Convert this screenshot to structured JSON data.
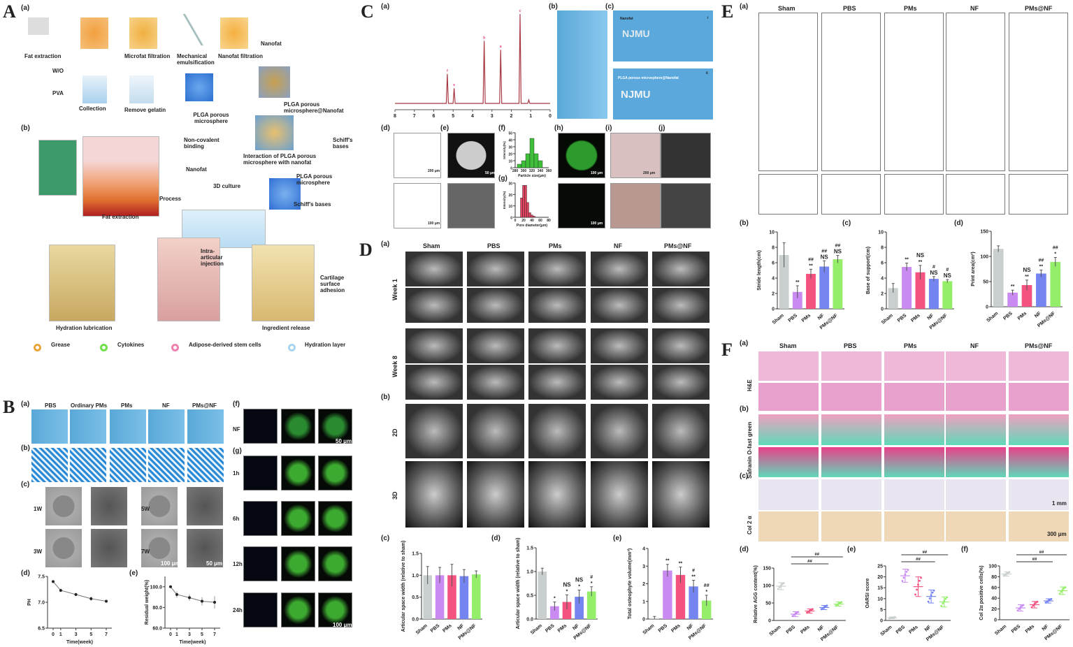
{
  "panelA": {
    "letter": "A",
    "sub": [
      "(a)",
      "(b)"
    ],
    "labels": [
      "Fat extraction",
      "Microfat filtration",
      "Mechanical emulsification",
      "Nanofat filtration",
      "Nanofat",
      "W/O",
      "PVA",
      "Collection",
      "Remove gelatin",
      "PLGA porous microsphere",
      "PLGA porous microsphere@Nanofat",
      "Non-covalent binding",
      "Schiff's bases",
      "Interaction of PLGA porous microsphere with nanofat",
      "Nanofat",
      "PLGA porous microsphere",
      "3D culture",
      "Process",
      "Schiff's bases",
      "Fat extraction",
      "Intra-articular injection",
      "Cartilage surface adhesion",
      "Hydration lubrication",
      "Ingredient release"
    ],
    "legend": [
      "Grease",
      "Cytokines",
      "Adipose-derived stem cells",
      "Hydration layer"
    ]
  },
  "panelB": {
    "letter": "B",
    "sub": [
      "(a)",
      "(b)",
      "(c)",
      "(d)",
      "(e)",
      "(f)",
      "(g)"
    ],
    "groups": [
      "PBS",
      "Ordinary PMs",
      "PMs",
      "NF",
      "PMs@NF"
    ],
    "weeks": [
      "1W",
      "3W",
      "5W",
      "7W"
    ],
    "times": [
      "NF",
      "1h",
      "6h",
      "12h",
      "24h"
    ],
    "scales": [
      "100 μm",
      "50 μm",
      "50 μm",
      "100 μm"
    ]
  },
  "panelC": {
    "letter": "C",
    "sub": [
      "(a)",
      "(b)",
      "(c)",
      "(d)",
      "(e)",
      "(f)",
      "(g)",
      "(h)",
      "(i)",
      "(j)"
    ],
    "photo_text": [
      "Nanofat",
      "PLGA porous microsphere@Nanofat",
      "NJMU",
      "NJMU",
      "i",
      "ii"
    ],
    "scales": [
      "200 μm",
      "100 μm",
      "50 μm",
      "100 μm",
      "100 μm",
      "200 μm"
    ]
  },
  "panelD": {
    "letter": "D",
    "sub": [
      "(a)",
      "(b)",
      "(c)",
      "(d)",
      "(e)"
    ],
    "groups": [
      "Sham",
      "PBS",
      "PMs",
      "NF",
      "PMs@NF"
    ],
    "rows": [
      "Week 1",
      "Week 8",
      "2D",
      "3D"
    ]
  },
  "panelE": {
    "letter": "E",
    "sub": [
      "(a)",
      "(b)",
      "(c)",
      "(d)"
    ],
    "groups": [
      "Sham",
      "PBS",
      "PMs",
      "NF",
      "PMs@NF"
    ]
  },
  "panelF": {
    "letter": "F",
    "sub": [
      "(a)",
      "(b)",
      "(c)",
      "(d)",
      "(e)",
      "(f)"
    ],
    "groups": [
      "Sham",
      "PBS",
      "PMs",
      "NF",
      "PMs@NF"
    ],
    "rows": [
      "H&E",
      "Safranin O-fast green",
      "Col 2 α"
    ],
    "scales": [
      "1 mm",
      "300 μm"
    ]
  },
  "colors": {
    "Sham": "#c9cfcf",
    "PBS": "#c98af2",
    "PMs": "#f4527f",
    "NF": "#7484f0",
    "PMs@NF": "#94ee6a",
    "line": "#444444",
    "nmr": "#a83a44"
  },
  "chart_data": [
    {
      "id": "B-d",
      "type": "line",
      "x": [
        0,
        1,
        3,
        5,
        7
      ],
      "y": [
        7.4,
        7.23,
        7.15,
        7.07,
        7.02
      ],
      "err": [
        0.01,
        0.03,
        0.03,
        0.04,
        0.03
      ],
      "ylim": [
        6.5,
        7.5
      ],
      "yticks": [
        "6.5",
        "7.0",
        "7.5"
      ],
      "xticks": [
        "0",
        "1",
        "3",
        "5",
        "7"
      ],
      "xlabel": "Time(week)",
      "ylabel": "PH"
    },
    {
      "id": "B-e",
      "type": "line",
      "x": [
        0,
        1,
        3,
        5,
        7
      ],
      "y": [
        100,
        92.5,
        89.5,
        86,
        85
      ],
      "err": [
        0.5,
        3,
        3,
        4,
        6
      ],
      "ylim": [
        60,
        110
      ],
      "yticks": [
        "60.0",
        "80.0",
        "100.0"
      ],
      "xticks": [
        "0",
        "1",
        "3",
        "5",
        "7"
      ],
      "xlabel": "Time(week)",
      "ylabel": "Residual weight(%)"
    },
    {
      "id": "C-a",
      "type": "line",
      "xlim": [
        8,
        0
      ],
      "peaks": [
        [
          5.3,
          0.33
        ],
        [
          4.95,
          0.17
        ],
        [
          3.4,
          0.7
        ],
        [
          2.55,
          0.6
        ],
        [
          1.55,
          1.0
        ],
        [
          1.1,
          0.04
        ]
      ],
      "peak_labels": [
        "f",
        "e",
        "b",
        "a",
        "c",
        ""
      ],
      "xticks": [
        "8",
        "7",
        "6",
        "5",
        "4",
        "3",
        "2",
        "1",
        "0"
      ]
    },
    {
      "id": "C-f",
      "type": "bar",
      "categories": [
        290,
        300,
        310,
        320,
        330,
        340
      ],
      "values": [
        5,
        10,
        20,
        42,
        20,
        10
      ],
      "ylim": [
        0,
        50
      ],
      "yticks": [
        "0",
        "10",
        "20",
        "30",
        "40",
        "50"
      ],
      "xticks": [
        "280",
        "300",
        "320",
        "340",
        "360"
      ],
      "xlim": [
        280,
        360
      ],
      "xlabel": "Particle size(μm)",
      "ylabel": "Intensity(%)",
      "color": "#3fbf3a"
    },
    {
      "id": "C-g",
      "type": "bar",
      "categories": [
        15,
        20,
        25,
        30,
        35,
        40,
        45
      ],
      "values": [
        17,
        28,
        28,
        13,
        4,
        2,
        1
      ],
      "ylim": [
        0,
        30
      ],
      "yticks": [
        "0",
        "10",
        "20",
        "30"
      ],
      "xticks": [
        "0",
        "20",
        "40",
        "60",
        "80"
      ],
      "xlim": [
        0,
        80
      ],
      "xlabel": "Pore diameter(μm)",
      "ylabel": "Intensity(%)",
      "color": "#e0435f"
    },
    {
      "id": "D-c",
      "type": "bar",
      "categories": [
        "Sham",
        "PBS",
        "PMs",
        "NF",
        "PMs@NF"
      ],
      "values": [
        1.0,
        1.0,
        1.0,
        0.98,
        1.02
      ],
      "err": [
        0.2,
        0.18,
        0.25,
        0.15,
        0.08
      ],
      "ylim": [
        0,
        1.5
      ],
      "yticks": [
        "0.0",
        "0.5",
        "1.0",
        "1.5"
      ],
      "ylabel": "Articular space width (relative to sham)",
      "annotations": [
        [],
        [],
        [],
        [],
        []
      ]
    },
    {
      "id": "D-d",
      "type": "bar",
      "categories": [
        "Sham",
        "PBS",
        "PMs",
        "NF",
        "PMs@NF"
      ],
      "values": [
        1.0,
        0.27,
        0.36,
        0.47,
        0.58
      ],
      "err": [
        0.07,
        0.09,
        0.15,
        0.14,
        0.1
      ],
      "ylim": [
        0,
        1.5
      ],
      "yticks": [
        "0.0",
        "0.5",
        "1.0",
        "1.5"
      ],
      "ylabel": "Articular space width (relative to sham)",
      "annotations": [
        [],
        [
          "*"
        ],
        [
          "NS",
          "*"
        ],
        [
          "NS",
          "*"
        ],
        [
          "#",
          "*"
        ]
      ]
    },
    {
      "id": "D-e",
      "type": "bar",
      "categories": [
        "Sham",
        "PBS",
        "PMs",
        "NF",
        "PMs@NF"
      ],
      "values": [
        0.05,
        2.75,
        2.5,
        1.85,
        1.05
      ],
      "err": [
        0.1,
        0.35,
        0.45,
        0.35,
        0.3
      ],
      "ylim": [
        0,
        4
      ],
      "yticks": [
        "0",
        "1",
        "2",
        "3",
        "4"
      ],
      "ylabel": "Total osteophyte volume(mm³)",
      "annotations": [
        [],
        [
          "**"
        ],
        [
          "**"
        ],
        [
          "#",
          "**"
        ],
        [
          "##",
          "*"
        ]
      ]
    },
    {
      "id": "E-b",
      "type": "bar",
      "categories": [
        "Sham",
        "PBS",
        "PMs",
        "NF",
        "PMs@NF"
      ],
      "values": [
        7,
        2.2,
        4.55,
        5.5,
        6.45
      ],
      "err": [
        1.6,
        0.8,
        0.6,
        0.75,
        0.5
      ],
      "ylim": [
        0,
        10
      ],
      "yticks": [
        "0",
        "2",
        "4",
        "6",
        "8",
        "10"
      ],
      "ylabel": "Stride length(cm)",
      "annotations": [
        [],
        [
          "**"
        ],
        [
          "##",
          "**"
        ],
        [
          "##",
          "NS"
        ],
        [
          "##",
          "NS"
        ]
      ]
    },
    {
      "id": "E-c",
      "type": "bar",
      "categories": [
        "Sham",
        "PBS",
        "PMs",
        "NF",
        "PMs@NF"
      ],
      "values": [
        2.7,
        5.45,
        4.75,
        3.9,
        3.6
      ],
      "err": [
        0.6,
        0.5,
        0.9,
        0.3,
        0.2
      ],
      "ylim": [
        0,
        10
      ],
      "yticks": [
        "0",
        "2",
        "4",
        "6",
        "8",
        "10"
      ],
      "ylabel": "Base of support(cm)",
      "annotations": [
        [],
        [
          "**"
        ],
        [
          "NS",
          "**"
        ],
        [
          "#",
          "NS"
        ],
        [
          "#",
          "NS"
        ]
      ]
    },
    {
      "id": "E-d",
      "type": "bar",
      "categories": [
        "Sham",
        "PBS",
        "PMs",
        "NF",
        "PMs@NF"
      ],
      "values": [
        115,
        28,
        43,
        66,
        89
      ],
      "err": [
        6,
        5,
        10,
        7,
        9
      ],
      "ylim": [
        0,
        150
      ],
      "yticks": [
        "0",
        "50",
        "100",
        "150"
      ],
      "ylabel": "Print area(cm²)",
      "annotations": [
        [],
        [
          "**"
        ],
        [
          "NS",
          "**"
        ],
        [
          "##",
          "**"
        ],
        [
          "##",
          "*"
        ]
      ]
    },
    {
      "id": "F-d",
      "type": "scatter",
      "categories": [
        "Sham",
        "PBS",
        "PMs",
        "NF",
        "PMs@NF"
      ],
      "values": [
        98,
        18,
        27,
        37,
        47
      ],
      "err": [
        10,
        7,
        6,
        6,
        6
      ],
      "ylim": [
        0,
        150
      ],
      "yticks": [
        "0",
        "50",
        "100",
        "150"
      ],
      "ylabel": "Relative AGG content(%)",
      "brackets": [
        {
          "from": "PBS",
          "to": "PMs@NF",
          "label": "##"
        },
        {
          "from": "PBS",
          "to": "NF",
          "label": "##"
        }
      ]
    },
    {
      "id": "F-e",
      "type": "scatter",
      "categories": [
        "Sham",
        "PBS",
        "PMs",
        "NF",
        "PMs@NF"
      ],
      "values": [
        1.2,
        20.5,
        15.5,
        11,
        8.5
      ],
      "err": [
        0.4,
        3,
        4.5,
        3,
        2.3
      ],
      "ylim": [
        0,
        25
      ],
      "yticks": [
        "0",
        "5",
        "10",
        "15",
        "20",
        "25"
      ],
      "ylabel": "OARSI score",
      "brackets": [
        {
          "from": "PBS",
          "to": "PMs@NF",
          "label": "##"
        },
        {
          "from": "PBS",
          "to": "NF",
          "label": "##"
        }
      ]
    },
    {
      "id": "F-f",
      "type": "scatter",
      "categories": [
        "Sham",
        "PBS",
        "PMs",
        "NF",
        "PMs@NF"
      ],
      "values": [
        85,
        22,
        28,
        35,
        54
      ],
      "err": [
        4,
        6,
        6,
        4,
        7
      ],
      "ylim": [
        0,
        100
      ],
      "yticks": [
        "0",
        "20",
        "40",
        "60",
        "80",
        "100"
      ],
      "ylabel": "Col 2α positive cells(%)",
      "brackets": [
        {
          "from": "PBS",
          "to": "PMs@NF",
          "label": "##"
        },
        {
          "from": "PBS",
          "to": "NF",
          "label": "##"
        }
      ]
    }
  ]
}
